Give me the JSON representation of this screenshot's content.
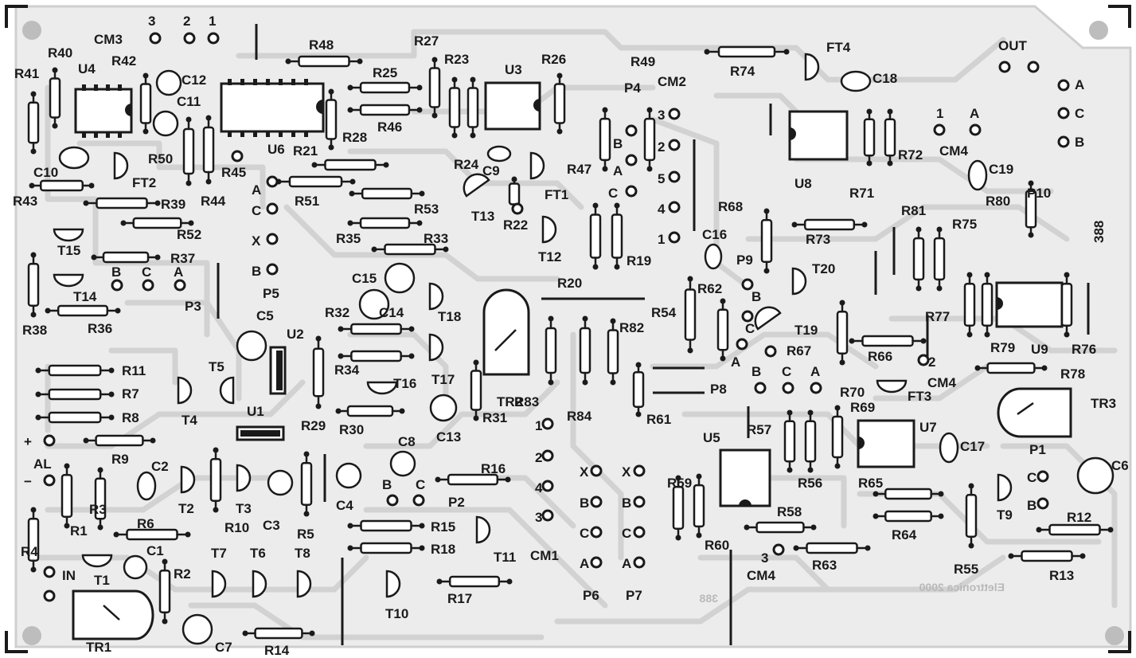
{
  "board": {
    "corner_ref": "388",
    "credit": "Elettronica 2000",
    "ghost_ref": "388"
  },
  "connector_labels": [
    "CM3",
    "CM2",
    "CM4",
    "CM4",
    "CM4",
    "CM1",
    "OUT",
    "IN",
    "AL",
    "P1",
    "P2",
    "P3",
    "P4",
    "P5",
    "P6",
    "P7",
    "P8",
    "P9",
    "P10"
  ],
  "pin_labels": {
    "cm3": [
      "3",
      "2",
      "1"
    ],
    "cm2": [
      "3",
      "2",
      "5",
      "4",
      "1"
    ],
    "cm1": [
      "1",
      "2",
      "4",
      "3"
    ],
    "p4": [
      "B",
      "A",
      "C"
    ],
    "p5": [
      "A",
      "C",
      "X",
      "B"
    ],
    "p3": [
      "B",
      "C",
      "A"
    ],
    "p6": [
      "X",
      "B",
      "C",
      "A"
    ],
    "p7": [
      "X",
      "B",
      "C",
      "A"
    ],
    "p8": [
      "B",
      "C",
      "A"
    ],
    "p9": [
      "B",
      "C",
      "A"
    ],
    "p10": [
      "A",
      "C",
      "B"
    ],
    "p2": [
      "B",
      "C"
    ],
    "p1": [
      "C",
      "B"
    ],
    "cm4_top": [
      "1",
      "A"
    ],
    "cm4_mid": "2",
    "cm4_bot": "3",
    "al": [
      "+",
      "−"
    ]
  },
  "components": {
    "ics": [
      "U1",
      "U2",
      "U3",
      "U4",
      "U5",
      "U6",
      "U7",
      "U8",
      "U9"
    ],
    "transistors": [
      "T1",
      "T2",
      "T3",
      "T4",
      "T5",
      "T6",
      "T7",
      "T8",
      "T9",
      "T10",
      "T11",
      "T12",
      "T13",
      "T14",
      "T15",
      "T16",
      "T17",
      "T18",
      "T19",
      "T20"
    ],
    "fets": [
      "FT1",
      "FT2",
      "FT3",
      "FT4"
    ],
    "trimmers": [
      "TR1",
      "TR2",
      "TR3"
    ],
    "capacitors": [
      "C1",
      "C2",
      "C3",
      "C4",
      "C5",
      "C6",
      "C7",
      "C8",
      "C9",
      "C10",
      "C11",
      "C12",
      "C13",
      "C14",
      "C15",
      "C16",
      "C17",
      "C18",
      "C19"
    ],
    "resistors": [
      "R1",
      "R2",
      "R3",
      "R4",
      "R5",
      "R6",
      "R7",
      "R8",
      "R9",
      "R10",
      "R11",
      "R12",
      "R13",
      "R14",
      "R15",
      "R16",
      "R17",
      "R18",
      "R19",
      "R20",
      "R21",
      "R22",
      "R23",
      "R24",
      "R25",
      "R26",
      "R27",
      "R28",
      "R29",
      "R30",
      "R31",
      "R32",
      "R33",
      "R34",
      "R35",
      "R36",
      "R37",
      "R38",
      "R39",
      "R40",
      "R41",
      "R42",
      "R43",
      "R44",
      "R45",
      "R46",
      "R47",
      "R48",
      "R49",
      "R50",
      "R51",
      "R52",
      "R53",
      "R54",
      "R55",
      "R56",
      "R57",
      "R58",
      "R59",
      "R60",
      "R61",
      "R62",
      "R63",
      "R64",
      "R65",
      "R66",
      "R67",
      "R68",
      "R69",
      "R70",
      "R71",
      "R72",
      "R73",
      "R74",
      "R75",
      "R76",
      "R77",
      "R78",
      "R79",
      "R80",
      "R81",
      "R82",
      "R83",
      "R84"
    ]
  },
  "colors": {
    "ink": "#1a1a1a",
    "copper_shade": "#d2d2d2",
    "background": "#ffffff"
  }
}
